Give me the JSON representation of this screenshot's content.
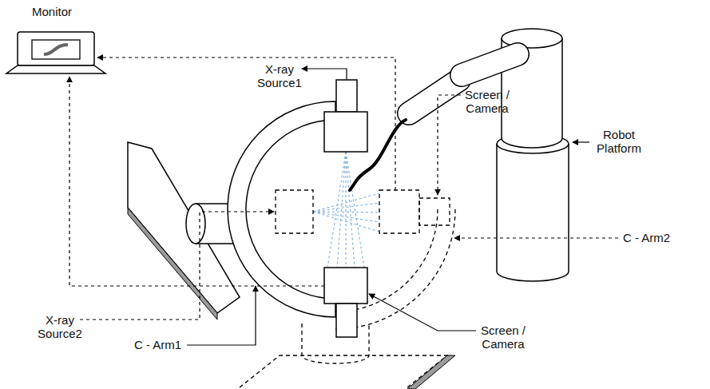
{
  "diagram": {
    "labels": [
      "Monitor",
      "X-ray Source1",
      "Screen / Camera",
      "Robot Platform",
      "X-ray Source2",
      "C - Arm1",
      "Screen / Camera",
      "C - Arm2"
    ]
  }
}
